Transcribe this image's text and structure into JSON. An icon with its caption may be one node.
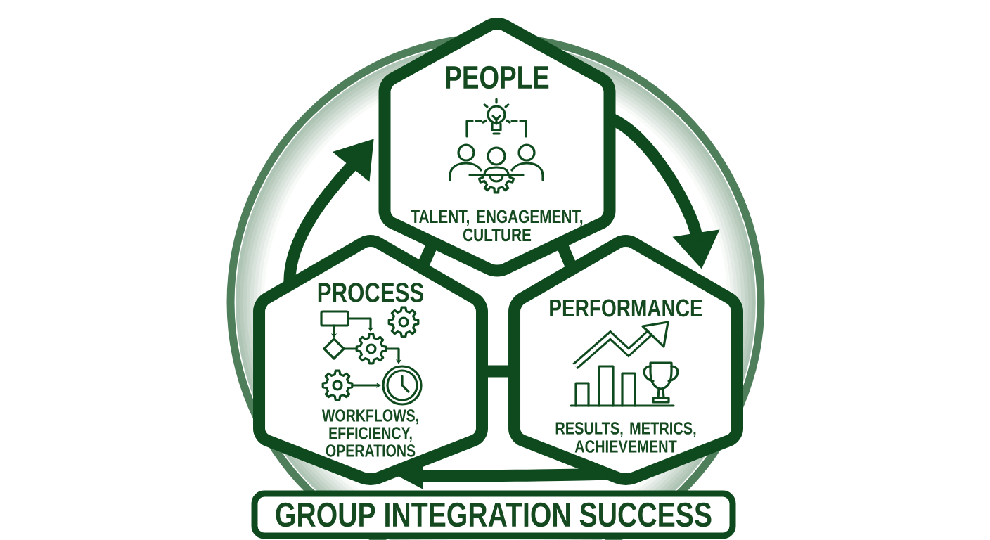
{
  "diagram": {
    "nodes": [
      {
        "text": [
          "PEOPLE",
          "TALENT, ENGAGEMENT, CULTURE"
        ]
      },
      {
        "text": [
          "PROCESS",
          "WORKFLOWS, EFFICIENCY, OPERATIONS"
        ]
      },
      {
        "text": [
          "PERFORMANCE",
          "RESULTS, METRICS, ACHIEVEMENT"
        ]
      },
      {
        "text": [
          "GROUP INTEGRATION SUCCESS"
        ]
      }
    ],
    "edges": [
      {
        "from": 1,
        "to": 0,
        "arrow": "to"
      },
      {
        "from": 0,
        "to": 2,
        "arrow": "to"
      },
      {
        "from": 2,
        "to": 1,
        "arrow": "to"
      },
      {
        "from": 0,
        "to": 1,
        "arrow": "none"
      },
      {
        "from": 0,
        "to": 2,
        "arrow": "none"
      },
      {
        "from": 1,
        "to": 2,
        "arrow": "none"
      }
    ]
  }
}
